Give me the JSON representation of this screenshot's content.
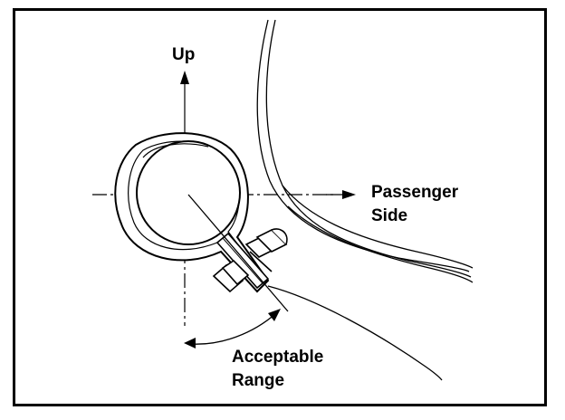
{
  "labels": {
    "up": "Up",
    "passenger_line1": "Passenger",
    "passenger_line2": "Side",
    "range_line1": "Acceptable",
    "range_line2": "Range"
  },
  "colors": {
    "ink": "#000000",
    "paper": "#ffffff"
  }
}
